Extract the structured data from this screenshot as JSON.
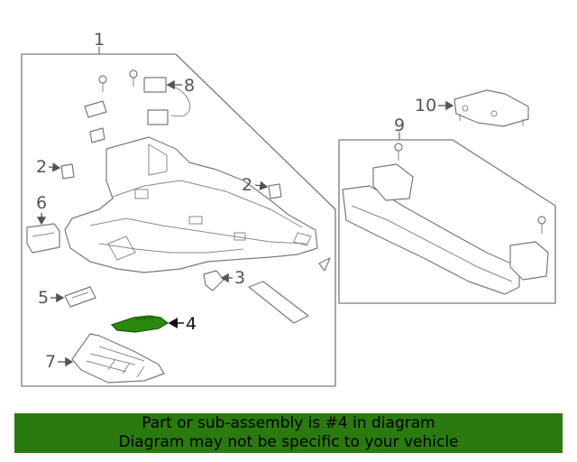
{
  "callouts": {
    "c1": "1",
    "c2a": "2",
    "c2b": "2",
    "c3": "3",
    "c4": "4",
    "c5": "5",
    "c6": "6",
    "c7": "7",
    "c8": "8",
    "c9": "9",
    "c10": "10"
  },
  "highlight_color": "#2a8a10",
  "banner": {
    "line1": "Part or sub-assembly is #4 in diagram",
    "line2": "Diagram may not be specific to your vehicle"
  }
}
